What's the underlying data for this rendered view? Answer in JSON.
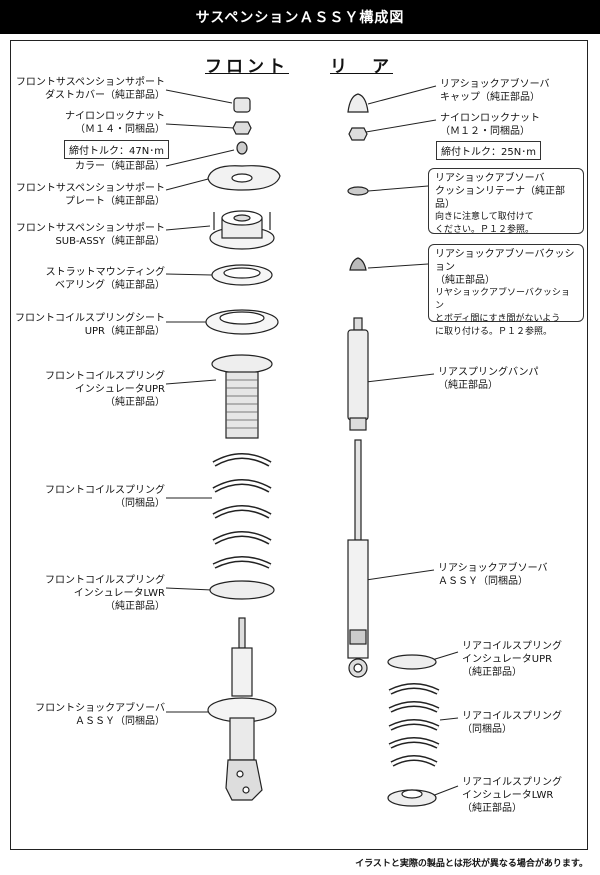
{
  "title": "サスペンションＡＳＳＹ構成図",
  "front_header": "フロント",
  "rear_header": "リ　ア",
  "front_labels": [
    {
      "l1": "フロントサスペンションサポート",
      "l2": "ダストカバー（純正部品）"
    },
    {
      "l1": "ナイロンロックナット",
      "l2": "（Ｍ１４・同梱品）"
    },
    {
      "l1": "カラー（純正部品）",
      "l2": ""
    },
    {
      "l1": "フロントサスペンションサポート",
      "l2": "プレート（純正部品）"
    },
    {
      "l1": "フロントサスペンションサポート",
      "l2": "SUB-ASSY（純正部品）"
    },
    {
      "l1": "ストラットマウンティング",
      "l2": "ベアリング（純正部品）"
    },
    {
      "l1": "フロントコイルスプリングシート",
      "l2": "UPR（純正部品）"
    },
    {
      "l1": "フロントコイルスプリング",
      "l2": "インシュレータUPR",
      "l3": "（純正部品）"
    },
    {
      "l1": "フロントコイルスプリング",
      "l2": "（同梱品）"
    },
    {
      "l1": "フロントコイルスプリング",
      "l2": "インシュレータLWR",
      "l3": "（純正部品）"
    },
    {
      "l1": "フロントショックアブソーバ",
      "l2": "ＡＳＳＹ（同梱品）"
    }
  ],
  "front_torque": "締付トルク：47N･m",
  "rear_labels": [
    {
      "l1": "リアショックアブソーバ",
      "l2": "キャップ（純正部品）"
    },
    {
      "l1": "ナイロンロックナット",
      "l2": "（Ｍ１２・同梱品）"
    },
    {
      "l1": "リアスプリングバンパ",
      "l2": "（純正部品）"
    },
    {
      "l1": "リアショックアブソーバ",
      "l2": "ＡＳＳＹ（同梱品）"
    },
    {
      "l1": "リアコイルスプリング",
      "l2": "インシュレータUPR",
      "l3": "（純正部品）"
    },
    {
      "l1": "リアコイルスプリング",
      "l2": "（同梱品）"
    },
    {
      "l1": "リアコイルスプリング",
      "l2": "インシュレータLWR",
      "l3": "（純正部品）"
    }
  ],
  "rear_torque": "締付トルク：25N･m",
  "note1": {
    "t1": "リアショックアブソーバ",
    "t2": "クッションリテーナ（純正部品）",
    "d1": "向きに注意して取付けて",
    "d2": "ください。Ｐ１２参照。"
  },
  "note2": {
    "t1": "リアショックアブソーバクッション",
    "t2": "（純正部品）",
    "d1": "リヤショックアブソーバクッション",
    "d2": "とボディ間にすき間がないよう",
    "d3": "に取り付ける。Ｐ１２参照。"
  },
  "footer": "イラストと実際の製品とは形状が異なる場合があります。"
}
